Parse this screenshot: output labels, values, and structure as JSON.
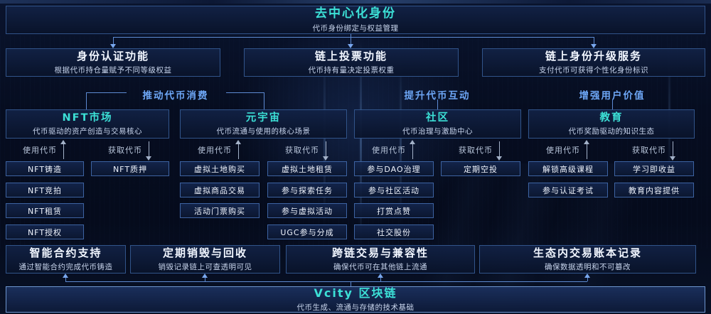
{
  "palette": {
    "accent_cyan": "#3ce0d6",
    "accent_blue": "#6da6f5",
    "line_blue": "#5d8ad2",
    "arrow_gray": "#a3b1c8",
    "bg": "#060d20"
  },
  "root": {
    "title": "去中心化身份",
    "subtitle": "代币身份绑定与权益管理"
  },
  "level2": [
    {
      "title": "身份认证功能",
      "subtitle": "根据代币持仓量赋予不同等级权益"
    },
    {
      "title": "链上投票功能",
      "subtitle": "代币持有量决定投票权重"
    },
    {
      "title": "链上身份升级服务",
      "subtitle": "支付代币可获得个性化身份标识"
    }
  ],
  "group_labels": [
    "推动代币消费",
    "提升代币互动",
    "增强用户价值"
  ],
  "flow_labels": {
    "use": "使用代币",
    "earn": "获取代币"
  },
  "columns": [
    {
      "title": "NFT市场",
      "subtitle": "代币驱动的资产创造与交易核心",
      "use_items": [
        "NFT铸造",
        "NFT竞拍",
        "NFT租赁",
        "NFT授权"
      ],
      "earn_items": [
        "NFT质押"
      ]
    },
    {
      "title": "元宇宙",
      "subtitle": "代币流通与使用的核心场景",
      "use_items": [
        "虚拟土地购买",
        "虚拟商品交易",
        "活动门票购买"
      ],
      "earn_items": [
        "虚拟土地租赁",
        "参与探索任务",
        "参与虚拟活动",
        "UGC参与分成"
      ]
    },
    {
      "title": "社区",
      "subtitle": "代币治理与激励中心",
      "use_items": [
        "参与DAO治理",
        "参与社区活动",
        "打赏点赞",
        "社交股份"
      ],
      "earn_items": [
        "定期空投"
      ]
    },
    {
      "title": "教育",
      "subtitle": "代币奖励驱动的知识生态",
      "use_items": [
        "解锁高级课程",
        "参与认证考试"
      ],
      "earn_items": [
        "学习即收益",
        "教育内容提供"
      ]
    }
  ],
  "foundation": [
    {
      "title": "智能合约支持",
      "subtitle": "通过智能合约完成代币铸造"
    },
    {
      "title": "定期销毁与回收",
      "subtitle": "销毁记录链上可查透明可见"
    },
    {
      "title": "跨链交易与兼容性",
      "subtitle": "确保代币可在其他链上流通"
    },
    {
      "title": "生态内交易账本记录",
      "subtitle": "确保数据透明和不可篡改"
    }
  ],
  "base": {
    "title": "Vcity 区块链",
    "subtitle": "代币生成、流通与存储的技术基础"
  }
}
